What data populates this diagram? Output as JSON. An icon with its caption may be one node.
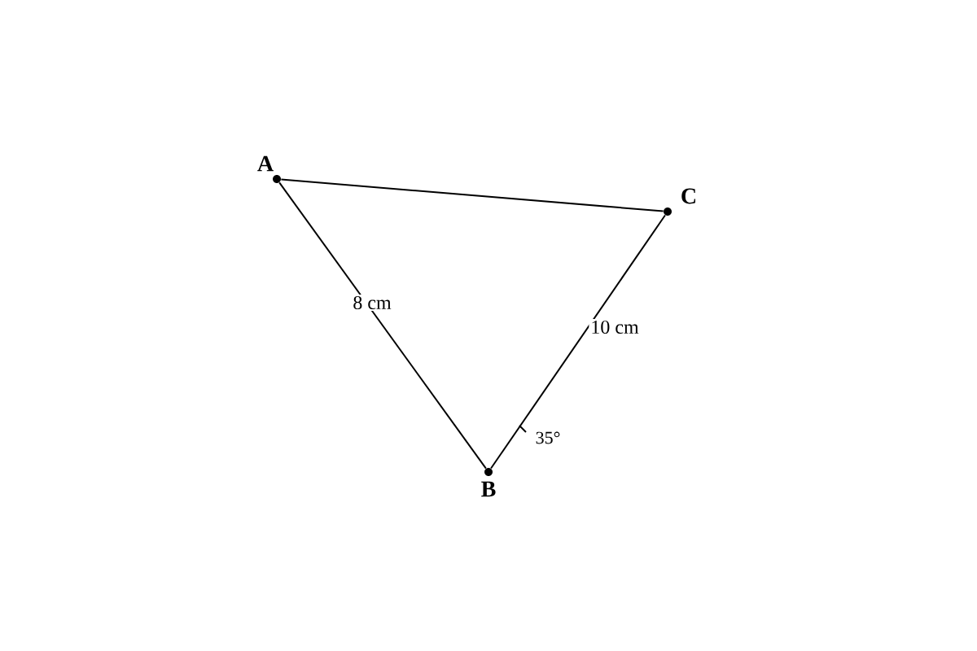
{
  "diagram": {
    "nodes": [
      {
        "text": [
          "A"
        ]
      },
      {
        "text": [
          "B"
        ]
      },
      {
        "text": [
          "C"
        ]
      }
    ],
    "edges": [
      {
        "from": 0,
        "to": 1,
        "arrow": "none",
        "label": "8 cm"
      },
      {
        "from": 1,
        "to": 2,
        "arrow": "none",
        "label": "10 cm"
      },
      {
        "from": 0,
        "to": 2,
        "arrow": "none"
      }
    ],
    "labels": [
      "35°"
    ]
  }
}
